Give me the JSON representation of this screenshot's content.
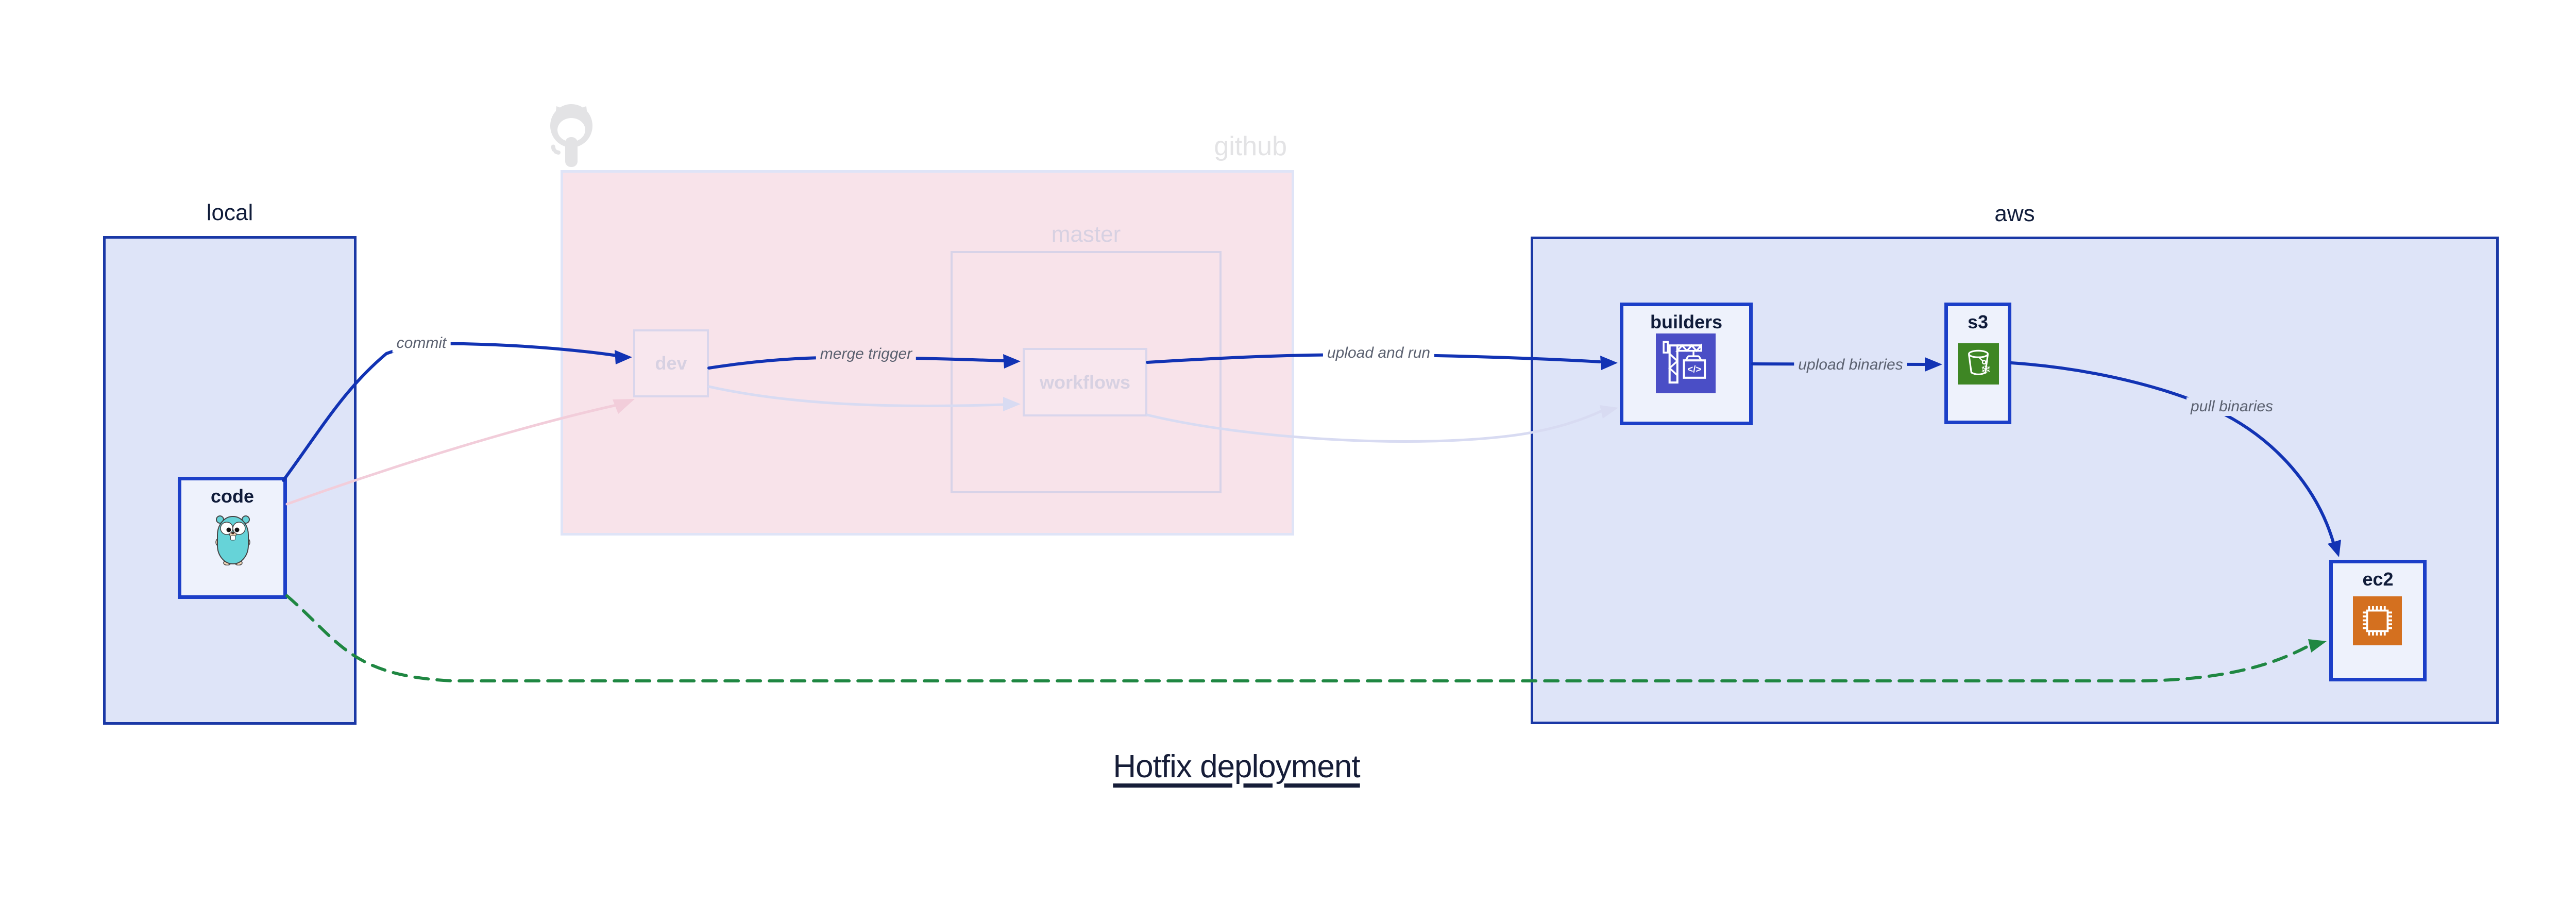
{
  "title": {
    "text": "Hotfix deployment"
  },
  "containers": {
    "local": {
      "label": "local"
    },
    "github": {
      "label": "github"
    },
    "master": {
      "label": "master"
    },
    "aws": {
      "label": "aws"
    }
  },
  "nodes": {
    "code": {
      "label": "code",
      "icon": "go-gopher-icon"
    },
    "dev": {
      "label": "dev"
    },
    "workflows": {
      "label": "workflows"
    },
    "builders": {
      "label": "builders",
      "icon": "codebuild-crane-icon",
      "code_glyph": "</>"
    },
    "s3": {
      "label": "s3",
      "icon": "s3-glacier-bucket-icon",
      "snowflake_glyph": "❄"
    },
    "ec2": {
      "label": "ec2",
      "icon": "ec2-chip-icon"
    }
  },
  "edges": {
    "commit": {
      "label": "commit",
      "from": "code",
      "to": "dev",
      "style": "solid-blue"
    },
    "merge_trigger": {
      "label": "merge trigger",
      "from": "dev",
      "to": "workflows",
      "style": "solid-blue"
    },
    "upload_and_run": {
      "label": "upload and run",
      "from": "workflows",
      "to": "builders",
      "style": "solid-blue"
    },
    "upload_binaries": {
      "label": "upload binaries",
      "from": "builders",
      "to": "s3",
      "style": "solid-blue"
    },
    "pull_binaries": {
      "label": "pull binaries",
      "from": "s3",
      "to": "ec2",
      "style": "solid-blue"
    },
    "hotfix_path": {
      "label": "",
      "from": "code",
      "to": "ec2",
      "style": "dashed-green"
    },
    "faded_commit": {
      "label": "",
      "from": "code",
      "to": "dev",
      "style": "faded-pink"
    },
    "faded_merge": {
      "label": "",
      "from": "dev",
      "to": "workflows",
      "style": "faded-lavender"
    },
    "faded_run": {
      "label": "",
      "from": "workflows",
      "to": "builders",
      "style": "faded-lavender"
    }
  },
  "colors": {
    "ink": "#101c3a",
    "faded_ink": "#d7d1e2",
    "github_gray": "#e3e3e5",
    "label_gray": "#5b6170",
    "edge_blue": "#1233b4",
    "green": "#1f8742",
    "container_border": "#1a38a6",
    "node_border": "#1c3fc8",
    "region_fill": "#dee4f8",
    "node_fill": "#eef2fc",
    "pink_fill": "#f8e3ea",
    "pink_node_fill": "#f8e7ee",
    "pink_border": "#dfe4f7",
    "master_border": "#d8d3e8",
    "pink_node_border": "#d9d6ec",
    "faded_lav": "#d8dbf2",
    "faded_pink": "#f2cdda",
    "builders_purple": "#4a4ec6",
    "s3_green": "#3e8624",
    "ec2_orange": "#d4701f",
    "gopher_teal": "#66d3d8",
    "white": "#ffffff"
  }
}
